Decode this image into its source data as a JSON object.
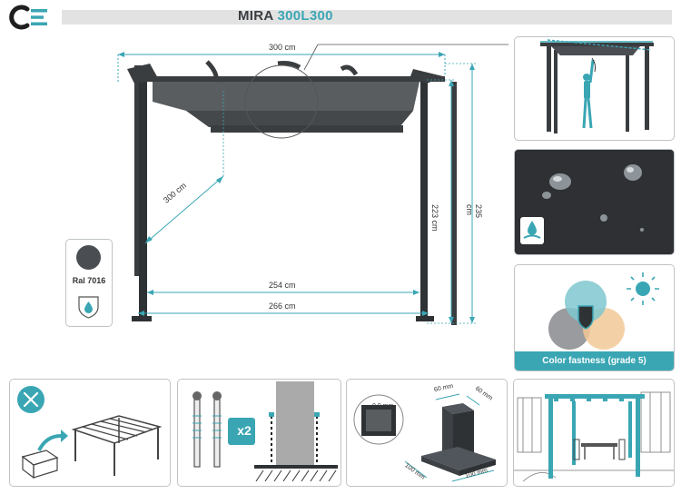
{
  "header": {
    "brand": "CE",
    "title_main": "MIRA",
    "title_model": "300L300"
  },
  "dimensions": {
    "top_width": "300 cm",
    "depth": "300 cm",
    "inner_width": "254 cm",
    "outer_width": "266 cm",
    "clear_height": "223 cm",
    "total_height": "235 cm"
  },
  "color_badge": {
    "label": "Ral 7016",
    "swatch_color": "#4a4e52"
  },
  "color_fastness": {
    "label": "Color fastness (grade 5)"
  },
  "fixing": {
    "multiplier": "x2"
  },
  "post_detail": {
    "thickness": "0.9 mm",
    "top_a": "60 mm",
    "top_b": "60 mm",
    "base_a": "100 mm",
    "base_b": "100 mm"
  },
  "colors": {
    "accent": "#3aa6b4",
    "frame": "#3a3d40",
    "canopy": "#5a5d60",
    "header_bar": "#e2e2e2"
  }
}
